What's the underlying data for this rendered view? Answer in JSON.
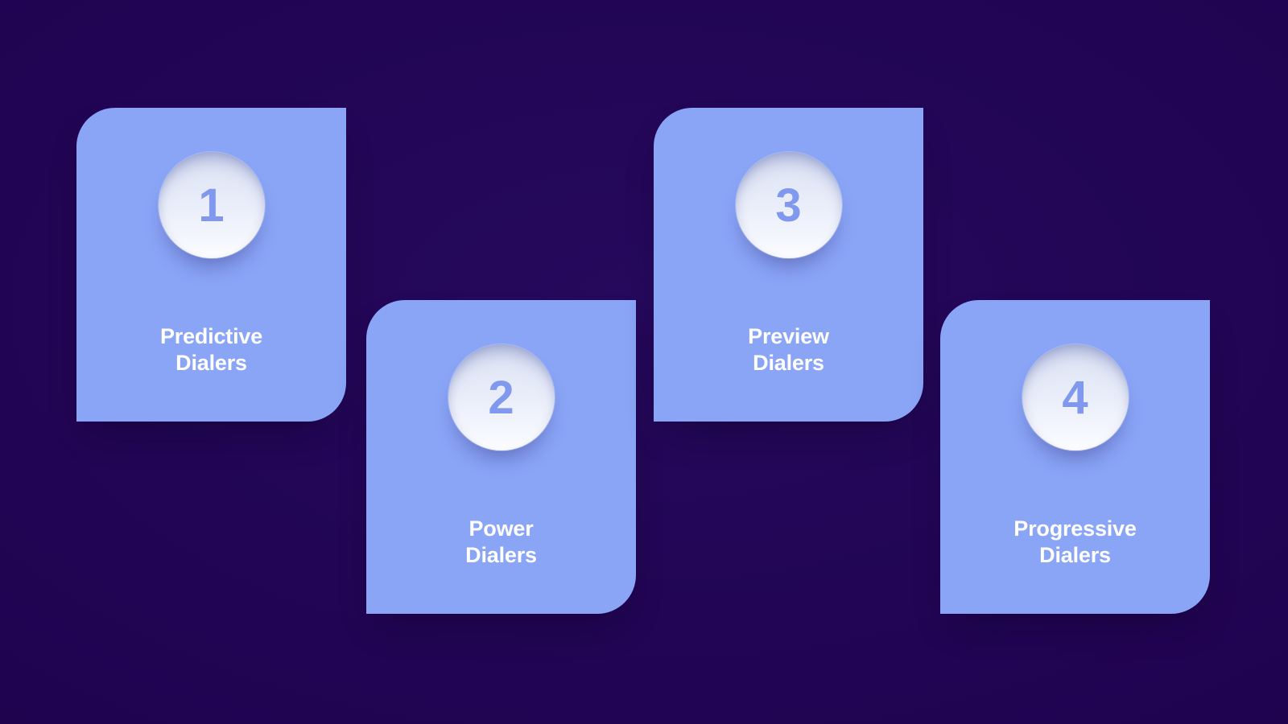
{
  "diagram": {
    "theme": "numbered-steps-infographic",
    "colors": {
      "background": "#200351",
      "card": "#8aa4f6",
      "circle_top": "#dce2f4",
      "circle_bottom": "#fbfcff",
      "number": "#8099ef",
      "label": "#ffffff"
    },
    "cards": [
      {
        "number": "1",
        "label_line1": "Predictive",
        "label_line2": "Dialers"
      },
      {
        "number": "2",
        "label_line1": "Power",
        "label_line2": "Dialers"
      },
      {
        "number": "3",
        "label_line1": "Preview",
        "label_line2": "Dialers"
      },
      {
        "number": "4",
        "label_line1": "Progressive",
        "label_line2": "Dialers"
      }
    ]
  }
}
